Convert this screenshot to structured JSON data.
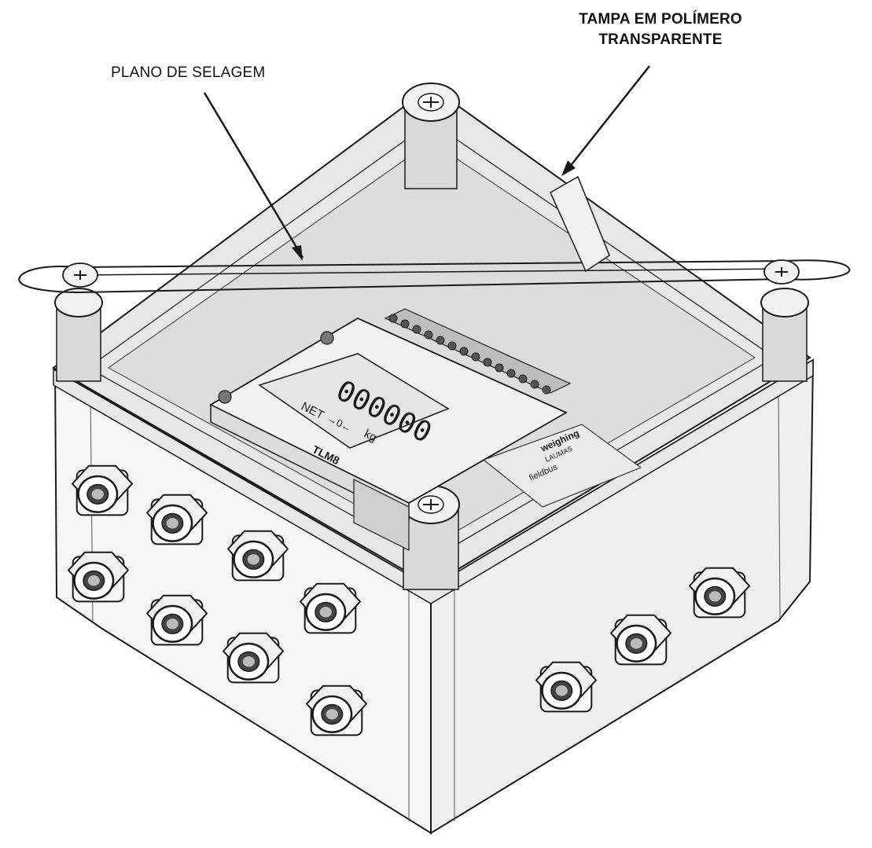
{
  "callouts": {
    "sealing_plane": "PLANO DE SELAGEM",
    "cover_line1": "TAMPA EM POLÍMERO",
    "cover_line2": "TRANSPARENTE"
  },
  "device": {
    "display_digits": "000000",
    "net_label": "NET",
    "zero_symbol": "→0←",
    "unit": "kg",
    "model": "TLM8",
    "brand": "weighing",
    "sub_brand": "LAUMAS",
    "fieldbus": "fieldbus"
  },
  "colors": {
    "line": "#1a1a1a",
    "lid_tint": "#d8d8d8",
    "box": "#f4f4f4",
    "rim": "#e6e6e6"
  }
}
